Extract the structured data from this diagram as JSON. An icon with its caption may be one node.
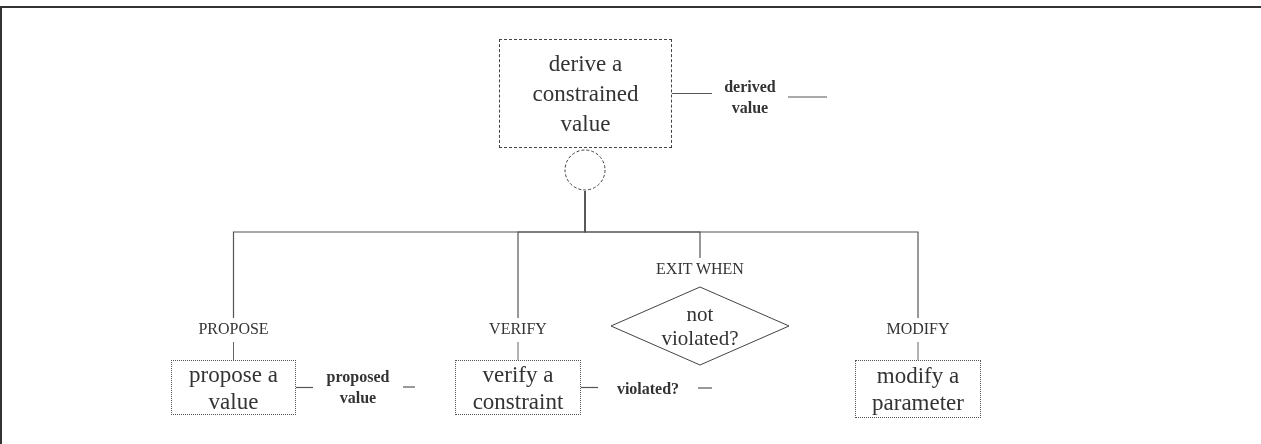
{
  "diagram": {
    "nodes": [
      {
        "text": [
          "derive a constrained value"
        ]
      },
      {
        "text": [
          "derived value"
        ]
      },
      {
        "text": [],
        "shape": "circle"
      },
      {
        "text": [
          "PROPOSE",
          "propose a value"
        ]
      },
      {
        "text": [
          "proposed value"
        ]
      },
      {
        "text": [
          "VERIFY",
          "verify a constraint"
        ]
      },
      {
        "text": [
          "violated?"
        ]
      },
      {
        "text": [
          "EXIT WHEN",
          "not violated?"
        ]
      },
      {
        "text": [
          "MODIFY",
          "modify a parameter"
        ]
      }
    ],
    "edges": [
      {
        "from": 0,
        "to": 1,
        "arrow": "none"
      },
      {
        "from": 1,
        "to": null,
        "arrow": "none"
      },
      {
        "from": 2,
        "to": 3,
        "arrow": "none"
      },
      {
        "from": 2,
        "to": 5,
        "arrow": "none"
      },
      {
        "from": 2,
        "to": 7,
        "arrow": "none"
      },
      {
        "from": 2,
        "to": 8,
        "arrow": "none"
      },
      {
        "from": 3,
        "to": 4,
        "arrow": "none"
      },
      {
        "from": 4,
        "to": null,
        "arrow": "none"
      },
      {
        "from": 5,
        "to": 6,
        "arrow": "none"
      },
      {
        "from": 6,
        "to": null,
        "arrow": "none"
      }
    ]
  }
}
